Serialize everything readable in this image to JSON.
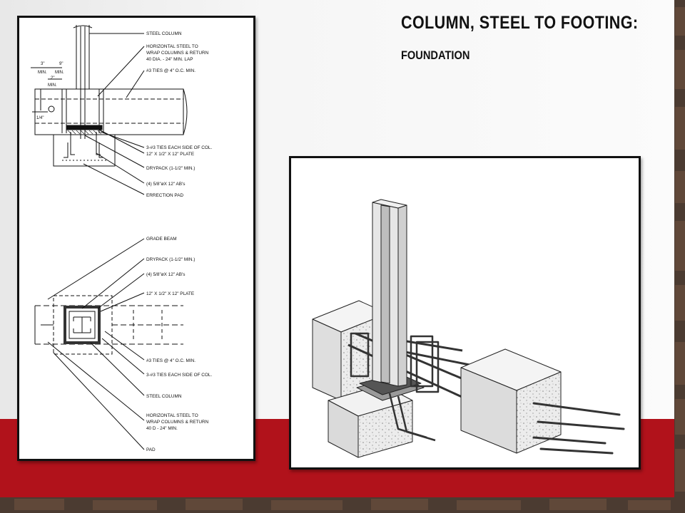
{
  "slide": {
    "title": "COLUMN, STEEL TO FOOTING:",
    "subtitle": "FOUNDATION",
    "colors": {
      "accent_red": "#b1121b",
      "slide_bg": "#f4f4f4",
      "frame_border": "#111111"
    }
  },
  "elevation": {
    "labels": [
      "STEEL COLUMN",
      "HORIZONTAL STEEL TO",
      "WRAP COLUMNS & RETURN",
      "40 DIA. - 24\" MIN. LAP",
      "#3 TIES @ 4\" O.C. MIN.",
      "3-#3 TIES EACH SIDE OF COL.",
      "12\" X 1/2\" X 12\" PLATE",
      "DRYPACK (1-1/2\" MIN.)",
      "(4) 5/8\"øX 12\" AB's",
      "ERRECTION PAD"
    ],
    "dims": [
      "3\"",
      "9\"",
      "MIN.",
      "MIN.",
      "2\"",
      "MIN.",
      "1/4\""
    ]
  },
  "plan": {
    "labels": [
      "GRADE BEAM",
      "DRYPACK (1-1/2\" MIN.)",
      "(4) 5/8\"øX 12\" AB's",
      "12\" X 1/2\" X 12\" PLATE",
      "#3 TIES @ 4\" O.C. MIN.",
      "3-#3 TIES EACH SIDE OF COL.",
      "STEEL COLUMN",
      "HORIZONTAL STEEL TO",
      "WRAP COLUMNS & RETURN",
      "40 D - 24\" MIN.",
      "PAD"
    ],
    "column_mark": "H"
  }
}
